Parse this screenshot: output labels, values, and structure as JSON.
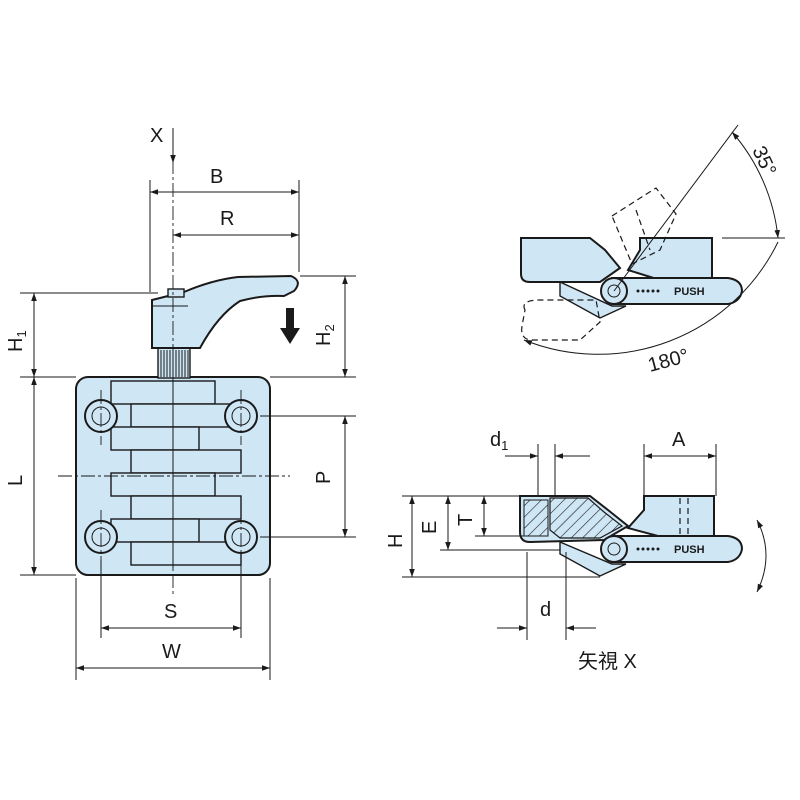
{
  "labels": {
    "view_x": "X",
    "B": "B",
    "R": "R",
    "H1_main": "H",
    "H1_sub": "1",
    "H2_main": "H",
    "H2_sub": "2",
    "L": "L",
    "P": "P",
    "S": "S",
    "W": "W",
    "angle_35": "35°",
    "angle_180": "180°",
    "push_top": "PUSH",
    "push_side": "PUSH",
    "d1_main": "d",
    "d1_sub": "1",
    "A": "A",
    "H": "H",
    "E": "E",
    "T": "T",
    "d": "d",
    "view_caption": "矢視 X"
  }
}
